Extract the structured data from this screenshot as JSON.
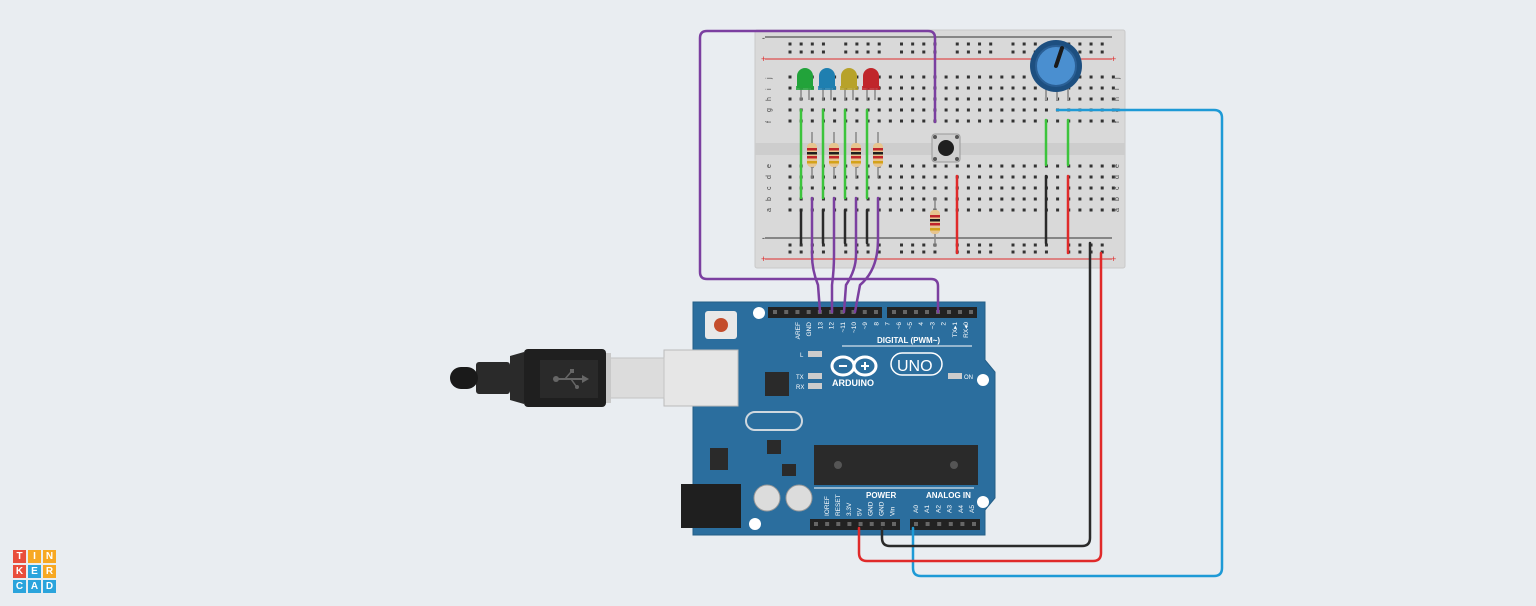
{
  "logo": {
    "letters": [
      "T",
      "I",
      "N",
      "K",
      "E",
      "R",
      "C",
      "A",
      "D"
    ],
    "colors": [
      "#e94e3c",
      "#f7a823",
      "#f7a823",
      "#e94e3c",
      "#2ba4dc",
      "#f7a823",
      "#2ba4dc",
      "#2ba4dc",
      "#2ba4dc"
    ]
  },
  "board": {
    "name": "ARDUINO",
    "model": "UNO",
    "on_label": "ON",
    "l_label": "L",
    "tx_label": "TX",
    "rx_label": "RX",
    "digital_label": "DIGITAL (PWM~)",
    "power_label": "POWER",
    "analog_label": "ANALOG IN",
    "digital_pins": [
      "AREF",
      "GND",
      "13",
      "12",
      "~11",
      "~10",
      "~9",
      "8",
      "7",
      "~6",
      "~5",
      "4",
      "~3",
      "2",
      "TX▸1",
      "RX◂0"
    ],
    "power_pins": [
      "IOREF",
      "RESET",
      "3.3V",
      "5V",
      "GND",
      "GND",
      "Vin"
    ],
    "analog_pins": [
      "A0",
      "A1",
      "A2",
      "A3",
      "A4",
      "A5"
    ]
  },
  "breadboard": {
    "row_letters_top": [
      "j",
      "i",
      "h",
      "g",
      "f"
    ],
    "row_letters_bottom": [
      "e",
      "d",
      "c",
      "b",
      "a"
    ],
    "plus": "+",
    "minus": "-"
  },
  "leds": [
    {
      "color": "#22a33a"
    },
    {
      "color": "#1f7fb0"
    },
    {
      "color": "#b7a22a"
    },
    {
      "color": "#c0262b"
    }
  ],
  "colors": {
    "purple": "#7b3fa0",
    "blue": "#1e9ad6",
    "red": "#e02a2a",
    "black": "#2a2a2a",
    "green": "#3cc43c",
    "board": "#2b6e9e"
  }
}
